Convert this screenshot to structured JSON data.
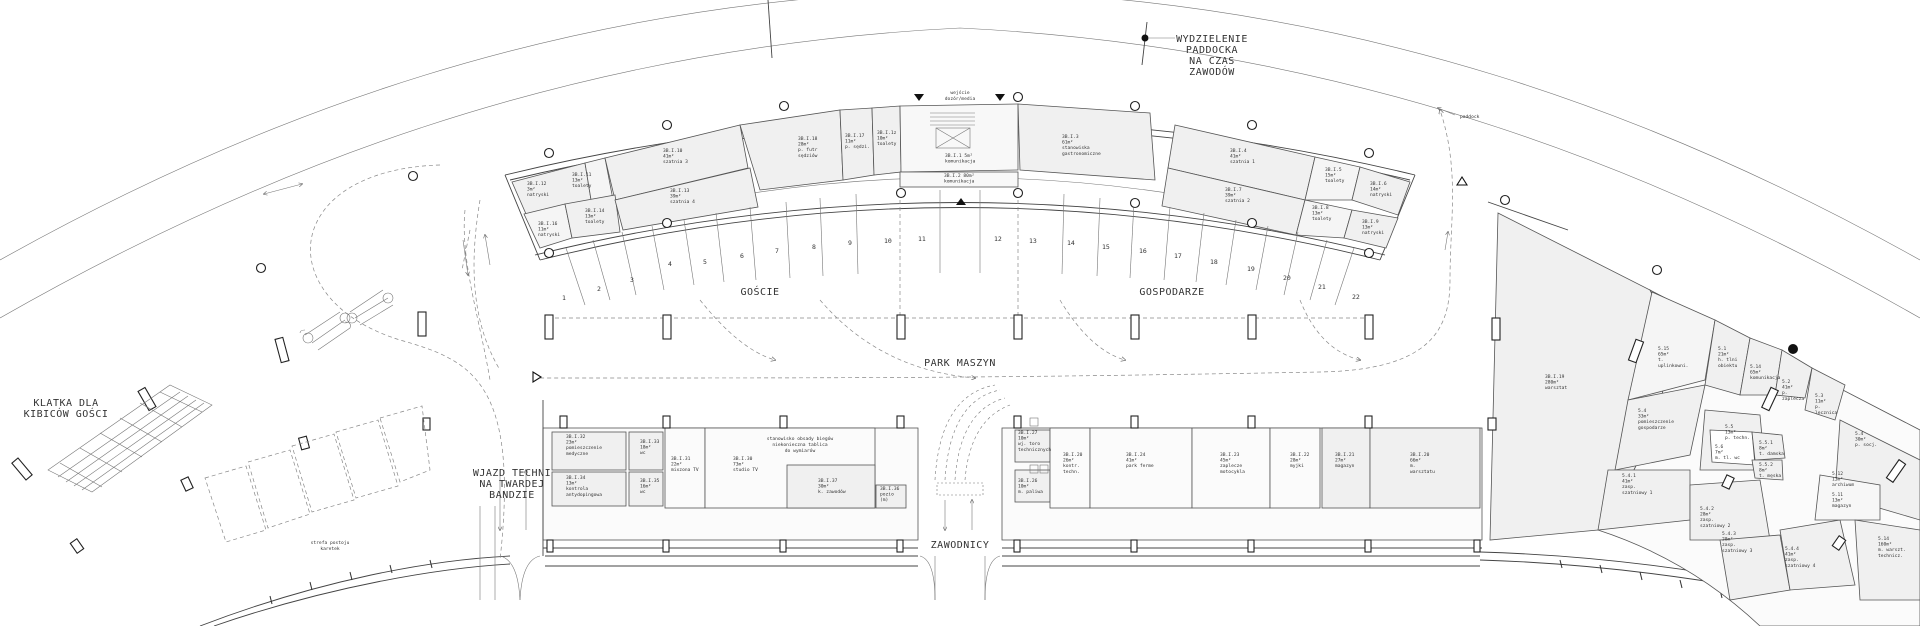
{
  "labels": {
    "paddock_division": [
      "WYDZIELENIE",
      "PADDOCKA",
      "NA CZAS",
      "ZAWODÓW"
    ],
    "fan_cage": [
      "KLATKA DLA",
      "KIBICÓW GOŚCI"
    ],
    "entry": [
      "WJAZD TECHNI",
      "NA TWARDEJ",
      "BANDZIE"
    ],
    "machine_park": "PARK MASZYN",
    "riders": "ZAWODNICY",
    "guests": "GOŚCIE",
    "hosts": "GOSPODARZE",
    "paddock_arrow": "paddock",
    "media_entry": [
      "wejście",
      "dozór/media"
    ],
    "tv_strip": [
      "stanowisko obsady biegów",
      "niekonieczna tablica",
      "do wymiarów"
    ],
    "parking_zone": [
      "strefa postoju",
      "karetek"
    ]
  },
  "boxes": [
    "1",
    "2",
    "3",
    "4",
    "5",
    "6",
    "7",
    "8",
    "9",
    "10",
    "11",
    "12",
    "13",
    "14",
    "15",
    "16",
    "17",
    "18",
    "19",
    "20",
    "21",
    "22"
  ],
  "rooms_top": [
    {
      "id": "r_a",
      "lines": [
        "3B.I.12",
        "3m²",
        "natryski"
      ]
    },
    {
      "id": "r_b",
      "lines": [
        "3B.I.11",
        "13m²",
        "toalety"
      ]
    },
    {
      "id": "r_c",
      "lines": [
        "3B.I.10",
        "41m²",
        "szatnia 3"
      ]
    },
    {
      "id": "r_d",
      "lines": [
        "3B.I.16",
        "11m²",
        "natryski"
      ]
    },
    {
      "id": "r_e",
      "lines": [
        "3B.I.14",
        "13m²",
        "toalety"
      ]
    },
    {
      "id": "r_f",
      "lines": [
        "3B.I.13",
        "39m²",
        "szatnia 4"
      ]
    },
    {
      "id": "r_g",
      "lines": [
        "3B.I.18",
        "28m²",
        "p. futr",
        "sędziów"
      ]
    },
    {
      "id": "r_h",
      "lines": [
        "3B.I.17",
        "11m²",
        "p. sędzi."
      ]
    },
    {
      "id": "r_i",
      "lines": [
        "3B.I.1z",
        "10m²",
        "toalety"
      ]
    },
    {
      "id": "r_j",
      "lines": [
        "3B.I.1 5m²",
        "komunikacja"
      ]
    },
    {
      "id": "r_k",
      "lines": [
        "3B.I.2 80m²",
        "komunikacja"
      ]
    },
    {
      "id": "r_l",
      "lines": [
        "3B.I.3",
        "61m²",
        "stanowiska",
        "gastronomiczne"
      ]
    },
    {
      "id": "r_m",
      "lines": [
        "3B.I.4",
        "41m²",
        "szatnia 1"
      ]
    },
    {
      "id": "r_n",
      "lines": [
        "3B.I.5",
        "15m²",
        "toalety"
      ]
    },
    {
      "id": "r_o",
      "lines": [
        "3B.I.6",
        "14m²",
        "natryski"
      ]
    },
    {
      "id": "r_p",
      "lines": [
        "3B.I.7",
        "39m²",
        "szatnia 2"
      ]
    },
    {
      "id": "r_q",
      "lines": [
        "3B.I.8",
        "13m²",
        "toalety"
      ]
    },
    {
      "id": "r_r",
      "lines": [
        "3B.I.9",
        "13m²",
        "natryski"
      ]
    }
  ],
  "rooms_bottom": [
    {
      "id": "b1",
      "lines": [
        "3B.I.32",
        "23m²",
        "pomieszczenie",
        "medyczne"
      ]
    },
    {
      "id": "b2",
      "lines": [
        "3B.I.33",
        "18m²",
        "wc"
      ]
    },
    {
      "id": "b3",
      "lines": [
        "3B.I.31",
        "22m²",
        "mixzona TV"
      ]
    },
    {
      "id": "b4",
      "lines": [
        "3B.I.30",
        "73m²",
        "studio TV"
      ]
    },
    {
      "id": "b5",
      "lines": [
        "3B.I.34",
        "13m²",
        "kontrola",
        "antydopingowa"
      ]
    },
    {
      "id": "b6",
      "lines": [
        "3B.I.35",
        "16m²",
        "wc"
      ]
    },
    {
      "id": "b7",
      "lines": [
        "3B.I.37",
        "30m²",
        "k. zawodów"
      ]
    },
    {
      "id": "b8",
      "lines": [
        "3B.I.36",
        "pozio",
        "(m)"
      ]
    },
    {
      "id": "b9",
      "lines": [
        "3B.I.27",
        "10m²",
        "wj. toro",
        "technicznych"
      ]
    },
    {
      "id": "b10",
      "lines": [
        "3B.I.26",
        "10m²",
        "m. paliwa"
      ]
    },
    {
      "id": "b11",
      "lines": [
        "3B.I.20",
        "26m²",
        "kontr.",
        "techn."
      ]
    },
    {
      "id": "b12",
      "lines": [
        "3B.I.24",
        "41m²",
        "park ferme"
      ]
    },
    {
      "id": "b13",
      "lines": [
        "3B.I.23",
        "45m²",
        "zaplecze",
        "motocykla"
      ]
    },
    {
      "id": "b14",
      "lines": [
        "3B.I.22",
        "28m²",
        "myjki"
      ]
    },
    {
      "id": "b15",
      "lines": [
        "3B.I.21",
        "27m²",
        "magazyn"
      ]
    },
    {
      "id": "b16",
      "lines": [
        "3B.I.20",
        "66m²",
        "m.",
        "warsztatu"
      ]
    }
  ],
  "rooms_right": [
    {
      "id": "c1",
      "lines": [
        "3B.I.19",
        "280m²",
        "warsztat"
      ]
    },
    {
      "id": "c2",
      "lines": [
        "5.15",
        "65m²",
        "t.",
        "uplinkowni."
      ]
    },
    {
      "id": "c3",
      "lines": [
        "5.1",
        "21m²",
        "h. tlni",
        "obiektu"
      ]
    },
    {
      "id": "c4",
      "lines": [
        "5.14",
        "65m²",
        "komunikacja"
      ]
    },
    {
      "id": "c5",
      "lines": [
        "5.2",
        "41m²",
        "p.",
        "zaplecza"
      ]
    },
    {
      "id": "c6",
      "lines": [
        "5.3",
        "11m²",
        "p.",
        "lecznica"
      ]
    },
    {
      "id": "c7",
      "lines": [
        "5.4",
        "33m²",
        "pomieszczenie",
        "gospodarze"
      ]
    },
    {
      "id": "c8",
      "lines": [
        "5.5",
        "13m²",
        "p. techn."
      ]
    },
    {
      "id": "c9",
      "lines": [
        "5.6",
        "7m²",
        "m. tl. wc"
      ]
    },
    {
      "id": "c10",
      "lines": [
        "5.5.1",
        "8m²",
        "t. damska"
      ]
    },
    {
      "id": "c11",
      "lines": [
        "5.5.2",
        "8m²",
        "t. męska"
      ]
    },
    {
      "id": "c12",
      "lines": [
        "5.4",
        "30m²",
        "p. socj."
      ]
    },
    {
      "id": "c13",
      "lines": [
        "5.4.1",
        "41m²",
        "zasp.",
        "szatniowy 1"
      ]
    },
    {
      "id": "c14",
      "lines": [
        "5.4.2",
        "28m²",
        "zasp.",
        "szatniowy 2"
      ]
    },
    {
      "id": "c15",
      "lines": [
        "5.4.3",
        "28m²",
        "zasp.",
        "szatniowy 3"
      ]
    },
    {
      "id": "c16",
      "lines": [
        "5.4.4",
        "41m²",
        "zasp.",
        "szatniowy 4"
      ]
    },
    {
      "id": "c17",
      "lines": [
        "5.12",
        "13m²",
        "archiwum"
      ]
    },
    {
      "id": "c18",
      "lines": [
        "5.11",
        "13m²",
        "magazyn"
      ]
    },
    {
      "id": "c19",
      "lines": [
        "5.14",
        "160m²",
        "m. warszt.",
        "technicz."
      ]
    }
  ]
}
